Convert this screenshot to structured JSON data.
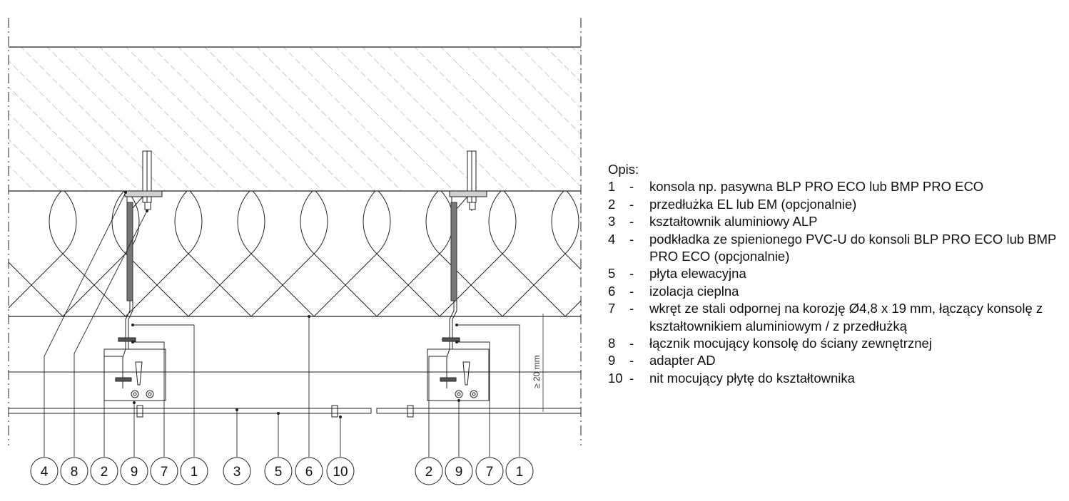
{
  "legend": {
    "heading": "Opis:",
    "separator": "-",
    "items": [
      {
        "num": "1",
        "text": "konsola np. pasywna BLP PRO ECO lub BMP PRO ECO"
      },
      {
        "num": "2",
        "text": "przedłużka EL lub EM (opcjonalnie)"
      },
      {
        "num": "3",
        "text": "kształtownik aluminiowy ALP"
      },
      {
        "num": "4",
        "text": "podkładka ze spienionego PVC-U do konsoli BLP PRO ECO lub BMP PRO ECO (opcjonalnie)"
      },
      {
        "num": "5",
        "text": "płyta elewacyjna"
      },
      {
        "num": "6",
        "text": "izolacja cieplna"
      },
      {
        "num": "7",
        "text": "wkręt ze stali odpornej na korozję Ø4,8 x 19 mm, łączący konsolę z kształtownikiem aluminiowym / z przedłużką"
      },
      {
        "num": "8",
        "text": "łącznik mocujący konsolę do ściany zewnętrznej"
      },
      {
        "num": "9",
        "text": "adapter AD"
      },
      {
        "num": "10",
        "text": "nit mocujący płytę do kształtownika"
      }
    ]
  },
  "dimension": {
    "label": "≥ 20 mm"
  },
  "callouts": [
    "4",
    "8",
    "2",
    "9",
    "7",
    "1",
    "3",
    "5",
    "6",
    "10",
    "2",
    "9",
    "7",
    "1"
  ],
  "colors": {
    "line": "#222222",
    "profile": "#555555",
    "hatch": "#999999"
  }
}
